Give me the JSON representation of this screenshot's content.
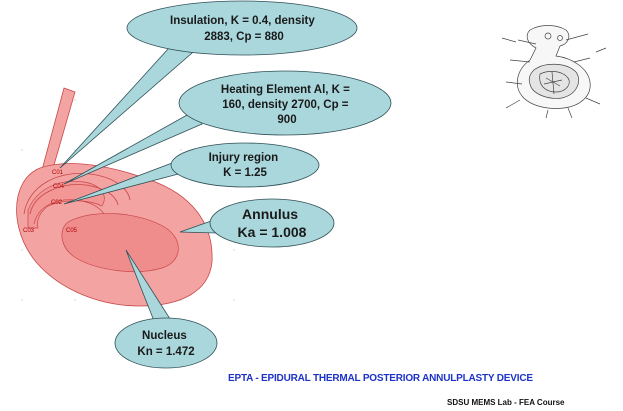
{
  "callouts": {
    "insulation": [
      "Insulation, K = 0.4, density",
      "2883, Cp = 880"
    ],
    "heating_element": [
      "Heating Element Al, K =",
      "160, density 2700, Cp =",
      "900"
    ],
    "injury": [
      "Injury region",
      "K = 1.25"
    ],
    "annulus": [
      "Annulus",
      "Ka = 1.008"
    ],
    "nucleus": [
      "Nucleus",
      "Kn = 1.472"
    ]
  },
  "region_labels": {
    "c01": "C01",
    "c04": "C04",
    "c02": "C02",
    "c03": "C03",
    "c05": "C05"
  },
  "footer": {
    "title": "EPTA - EPIDURAL THERMAL POSTERIOR ANNULPLASTY DEVICE",
    "credit": "SDSU MEMS Lab - FEA Course"
  },
  "colors": {
    "tissue_fill": "#f4a3a3",
    "tissue_stroke": "#c84848",
    "callout_fill": "#a9d7dc",
    "callout_stroke": "#2f4f55",
    "footer_title": "#1d33c9"
  }
}
